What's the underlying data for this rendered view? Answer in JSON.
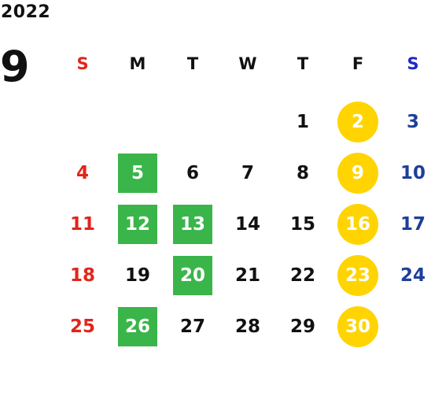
{
  "year": "2022",
  "month": "9",
  "weekdays": [
    "S",
    "M",
    "T",
    "W",
    "T",
    "F",
    "S"
  ],
  "colors": {
    "sunday": "#e1251b",
    "saturday_header": "#1f28c9",
    "saturday": "#1d3f9b",
    "green_highlight": "#3ab54a",
    "yellow_highlight": "#ffd400"
  },
  "weeks": [
    [
      {
        "day": "",
        "highlight": "none"
      },
      {
        "day": "",
        "highlight": "none"
      },
      {
        "day": "",
        "highlight": "none"
      },
      {
        "day": "",
        "highlight": "none"
      },
      {
        "day": "1",
        "highlight": "none"
      },
      {
        "day": "2",
        "highlight": "yellow"
      },
      {
        "day": "3",
        "highlight": "none"
      }
    ],
    [
      {
        "day": "4",
        "highlight": "none"
      },
      {
        "day": "5",
        "highlight": "green"
      },
      {
        "day": "6",
        "highlight": "none"
      },
      {
        "day": "7",
        "highlight": "none"
      },
      {
        "day": "8",
        "highlight": "none"
      },
      {
        "day": "9",
        "highlight": "yellow"
      },
      {
        "day": "10",
        "highlight": "none"
      }
    ],
    [
      {
        "day": "11",
        "highlight": "none"
      },
      {
        "day": "12",
        "highlight": "green"
      },
      {
        "day": "13",
        "highlight": "green"
      },
      {
        "day": "14",
        "highlight": "none"
      },
      {
        "day": "15",
        "highlight": "none"
      },
      {
        "day": "16",
        "highlight": "yellow"
      },
      {
        "day": "17",
        "highlight": "none"
      }
    ],
    [
      {
        "day": "18",
        "highlight": "none"
      },
      {
        "day": "19",
        "highlight": "none"
      },
      {
        "day": "20",
        "highlight": "green"
      },
      {
        "day": "21",
        "highlight": "none"
      },
      {
        "day": "22",
        "highlight": "none"
      },
      {
        "day": "23",
        "highlight": "yellow"
      },
      {
        "day": "24",
        "highlight": "none"
      }
    ],
    [
      {
        "day": "25",
        "highlight": "none"
      },
      {
        "day": "26",
        "highlight": "green"
      },
      {
        "day": "27",
        "highlight": "none"
      },
      {
        "day": "28",
        "highlight": "none"
      },
      {
        "day": "29",
        "highlight": "none"
      },
      {
        "day": "30",
        "highlight": "yellow"
      },
      {
        "day": "",
        "highlight": "none"
      }
    ]
  ]
}
